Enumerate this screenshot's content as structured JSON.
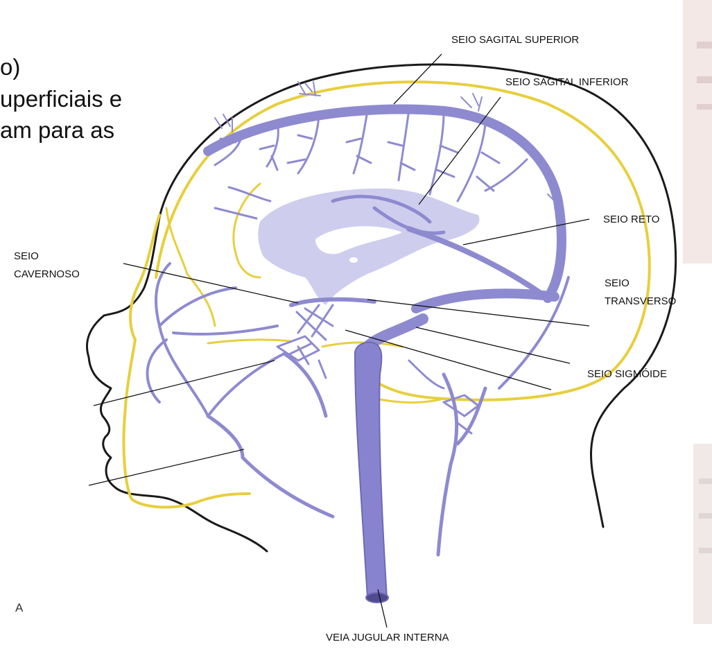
{
  "text_fragments": {
    "line1": "o)",
    "line2": "uperficiais e",
    "line3": "am para as"
  },
  "labels": {
    "seio_sagital_superior": "SEIO SAGITAL SUPERIOR",
    "seio_sagital_inferior": "SEIO SAGITAL INFERIOR",
    "seio_reto": "SEIO RETO",
    "seio_cavernoso_1": "SEIO",
    "seio_cavernoso_2": "CAVERNOSO",
    "seio_transverso_1": "SEIO",
    "seio_transverso_2": "TRANSVERSO",
    "seio_sigmoide": "SEIO SIGMÓIDE",
    "veia_jugular_interna": "VEIA JUGULAR INTERNA",
    "panel_letter": "A"
  },
  "colors": {
    "vein": "#8e8ad0",
    "vein_dark": "#7d78c6",
    "ventricle": "#c9c7ec",
    "dura_yellow": "#e7cf3d",
    "skin_outline": "#1a1a1a",
    "page_edge": "#f0e4e2"
  }
}
